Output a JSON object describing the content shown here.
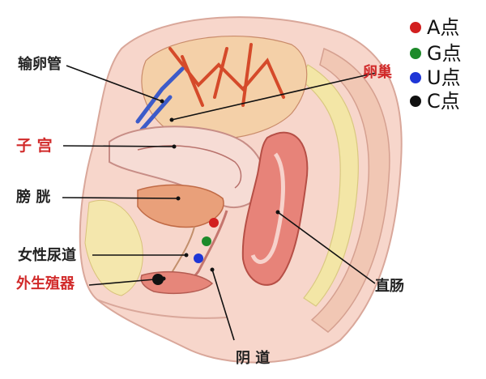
{
  "labels": {
    "fallopian_tube": "输卵管",
    "ovary": "卵巢",
    "uterus": "子 宫",
    "bladder": "膀 胱",
    "urethra": "女性尿道",
    "vulva": "外生殖器",
    "rectum": "直肠",
    "vagina": "阴 道"
  },
  "legend": [
    {
      "label": "A点",
      "color": "#d21f1f"
    },
    {
      "label": "G点",
      "color": "#1d8a2a"
    },
    {
      "label": "U点",
      "color": "#1f36d6"
    },
    {
      "label": "C点",
      "color": "#111111"
    }
  ],
  "colors": {
    "label_black": "#222222",
    "label_red": "#d12a2a",
    "flesh": "#f6cfc3",
    "muscle": "#e98a82",
    "fat_yellow": "#f3e6a6"
  }
}
